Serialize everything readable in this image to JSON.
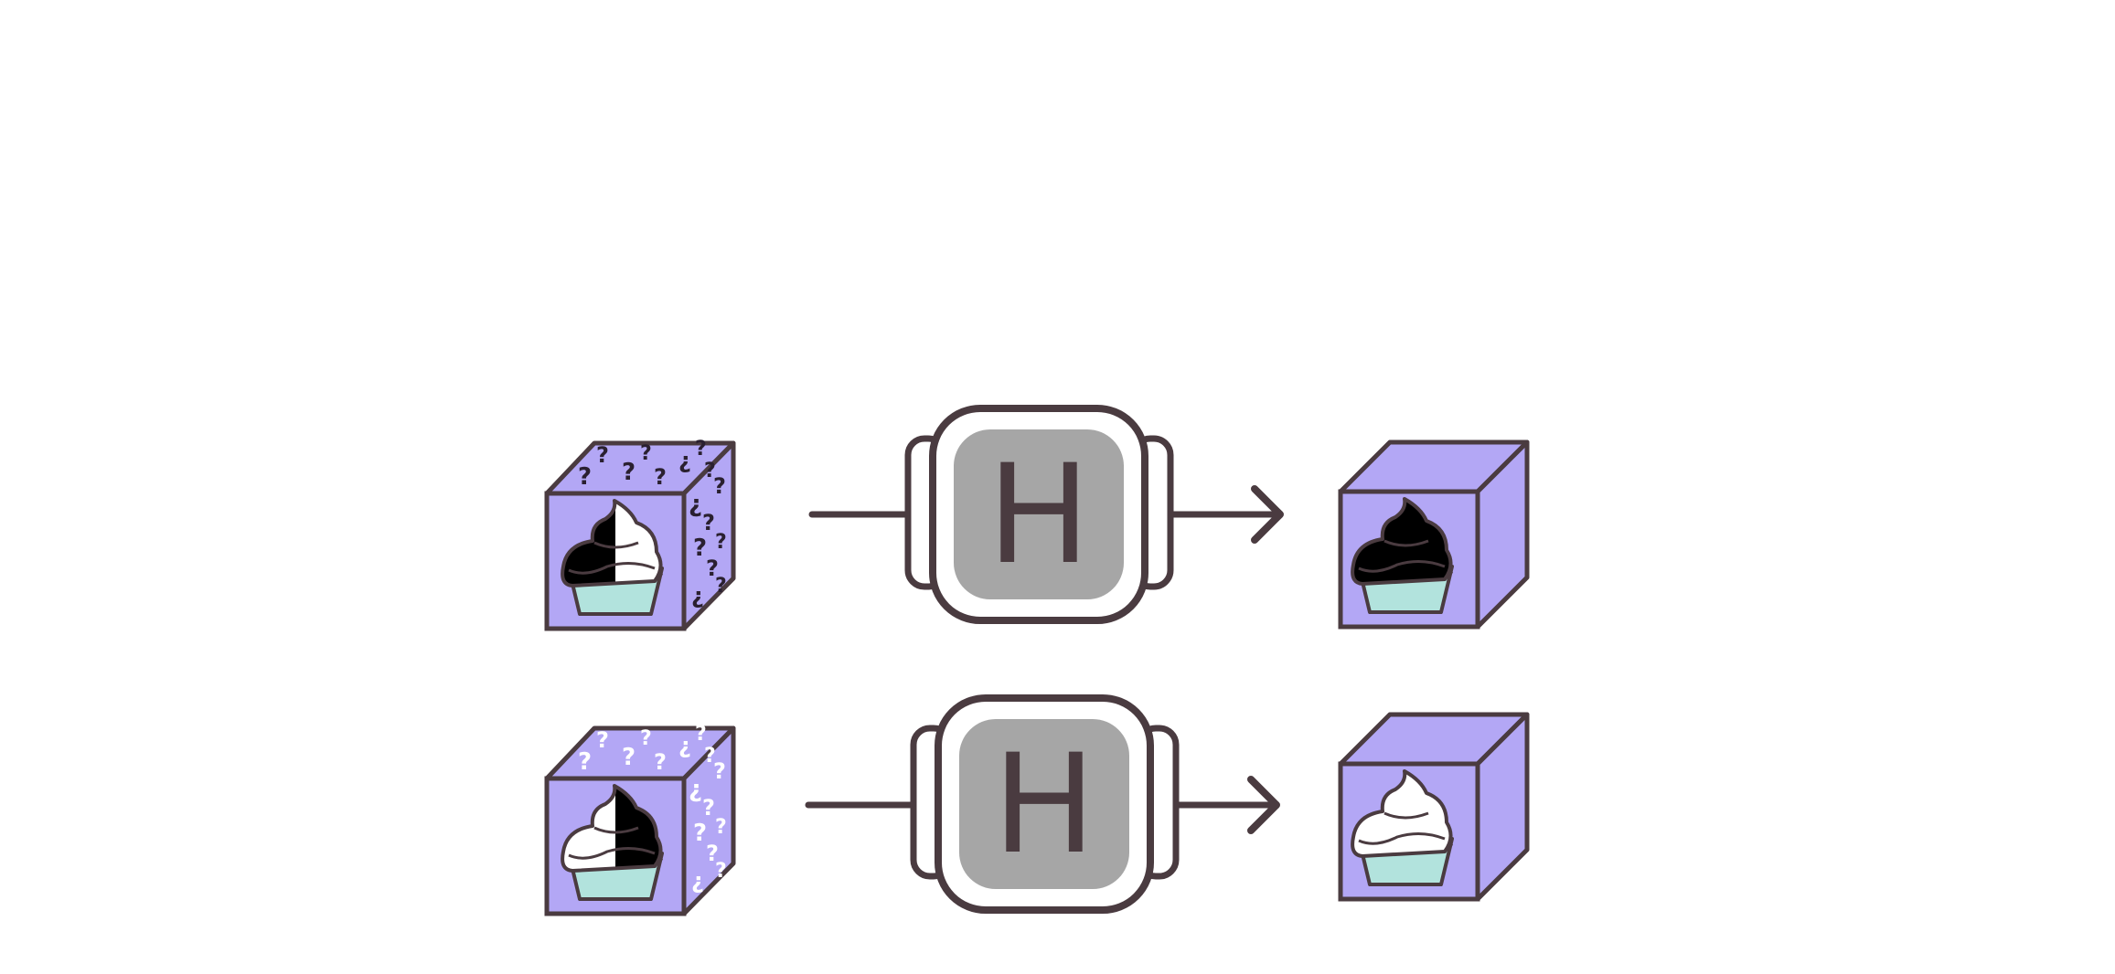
{
  "diagram": {
    "colors": {
      "background": "#ffffff",
      "stroke": "#4a3b40",
      "cube_face": "#b3a7f5",
      "cube_top": "#b3a7f5",
      "cube_side": "#b3a7f5",
      "frosting_black": "#000000",
      "frosting_white": "#ffffff",
      "cup": "#b2e3dd",
      "gate_fill": "#a6a6a6",
      "gate_frame": "#ffffff"
    },
    "rows": [
      {
        "input_cube": {
          "icon": "cupcake-icon",
          "frosting": "half-black-left-half-white-right",
          "question_mark_color": "#2a2030"
        },
        "gate": {
          "label": "H"
        },
        "output_cube": {
          "icon": "cupcake-icon",
          "frosting": "black"
        }
      },
      {
        "input_cube": {
          "icon": "cupcake-icon",
          "frosting": "half-white-left-half-black-right",
          "question_mark_color": "#ffffff"
        },
        "gate": {
          "label": "H"
        },
        "output_cube": {
          "icon": "cupcake-icon",
          "frosting": "white"
        }
      }
    ]
  }
}
